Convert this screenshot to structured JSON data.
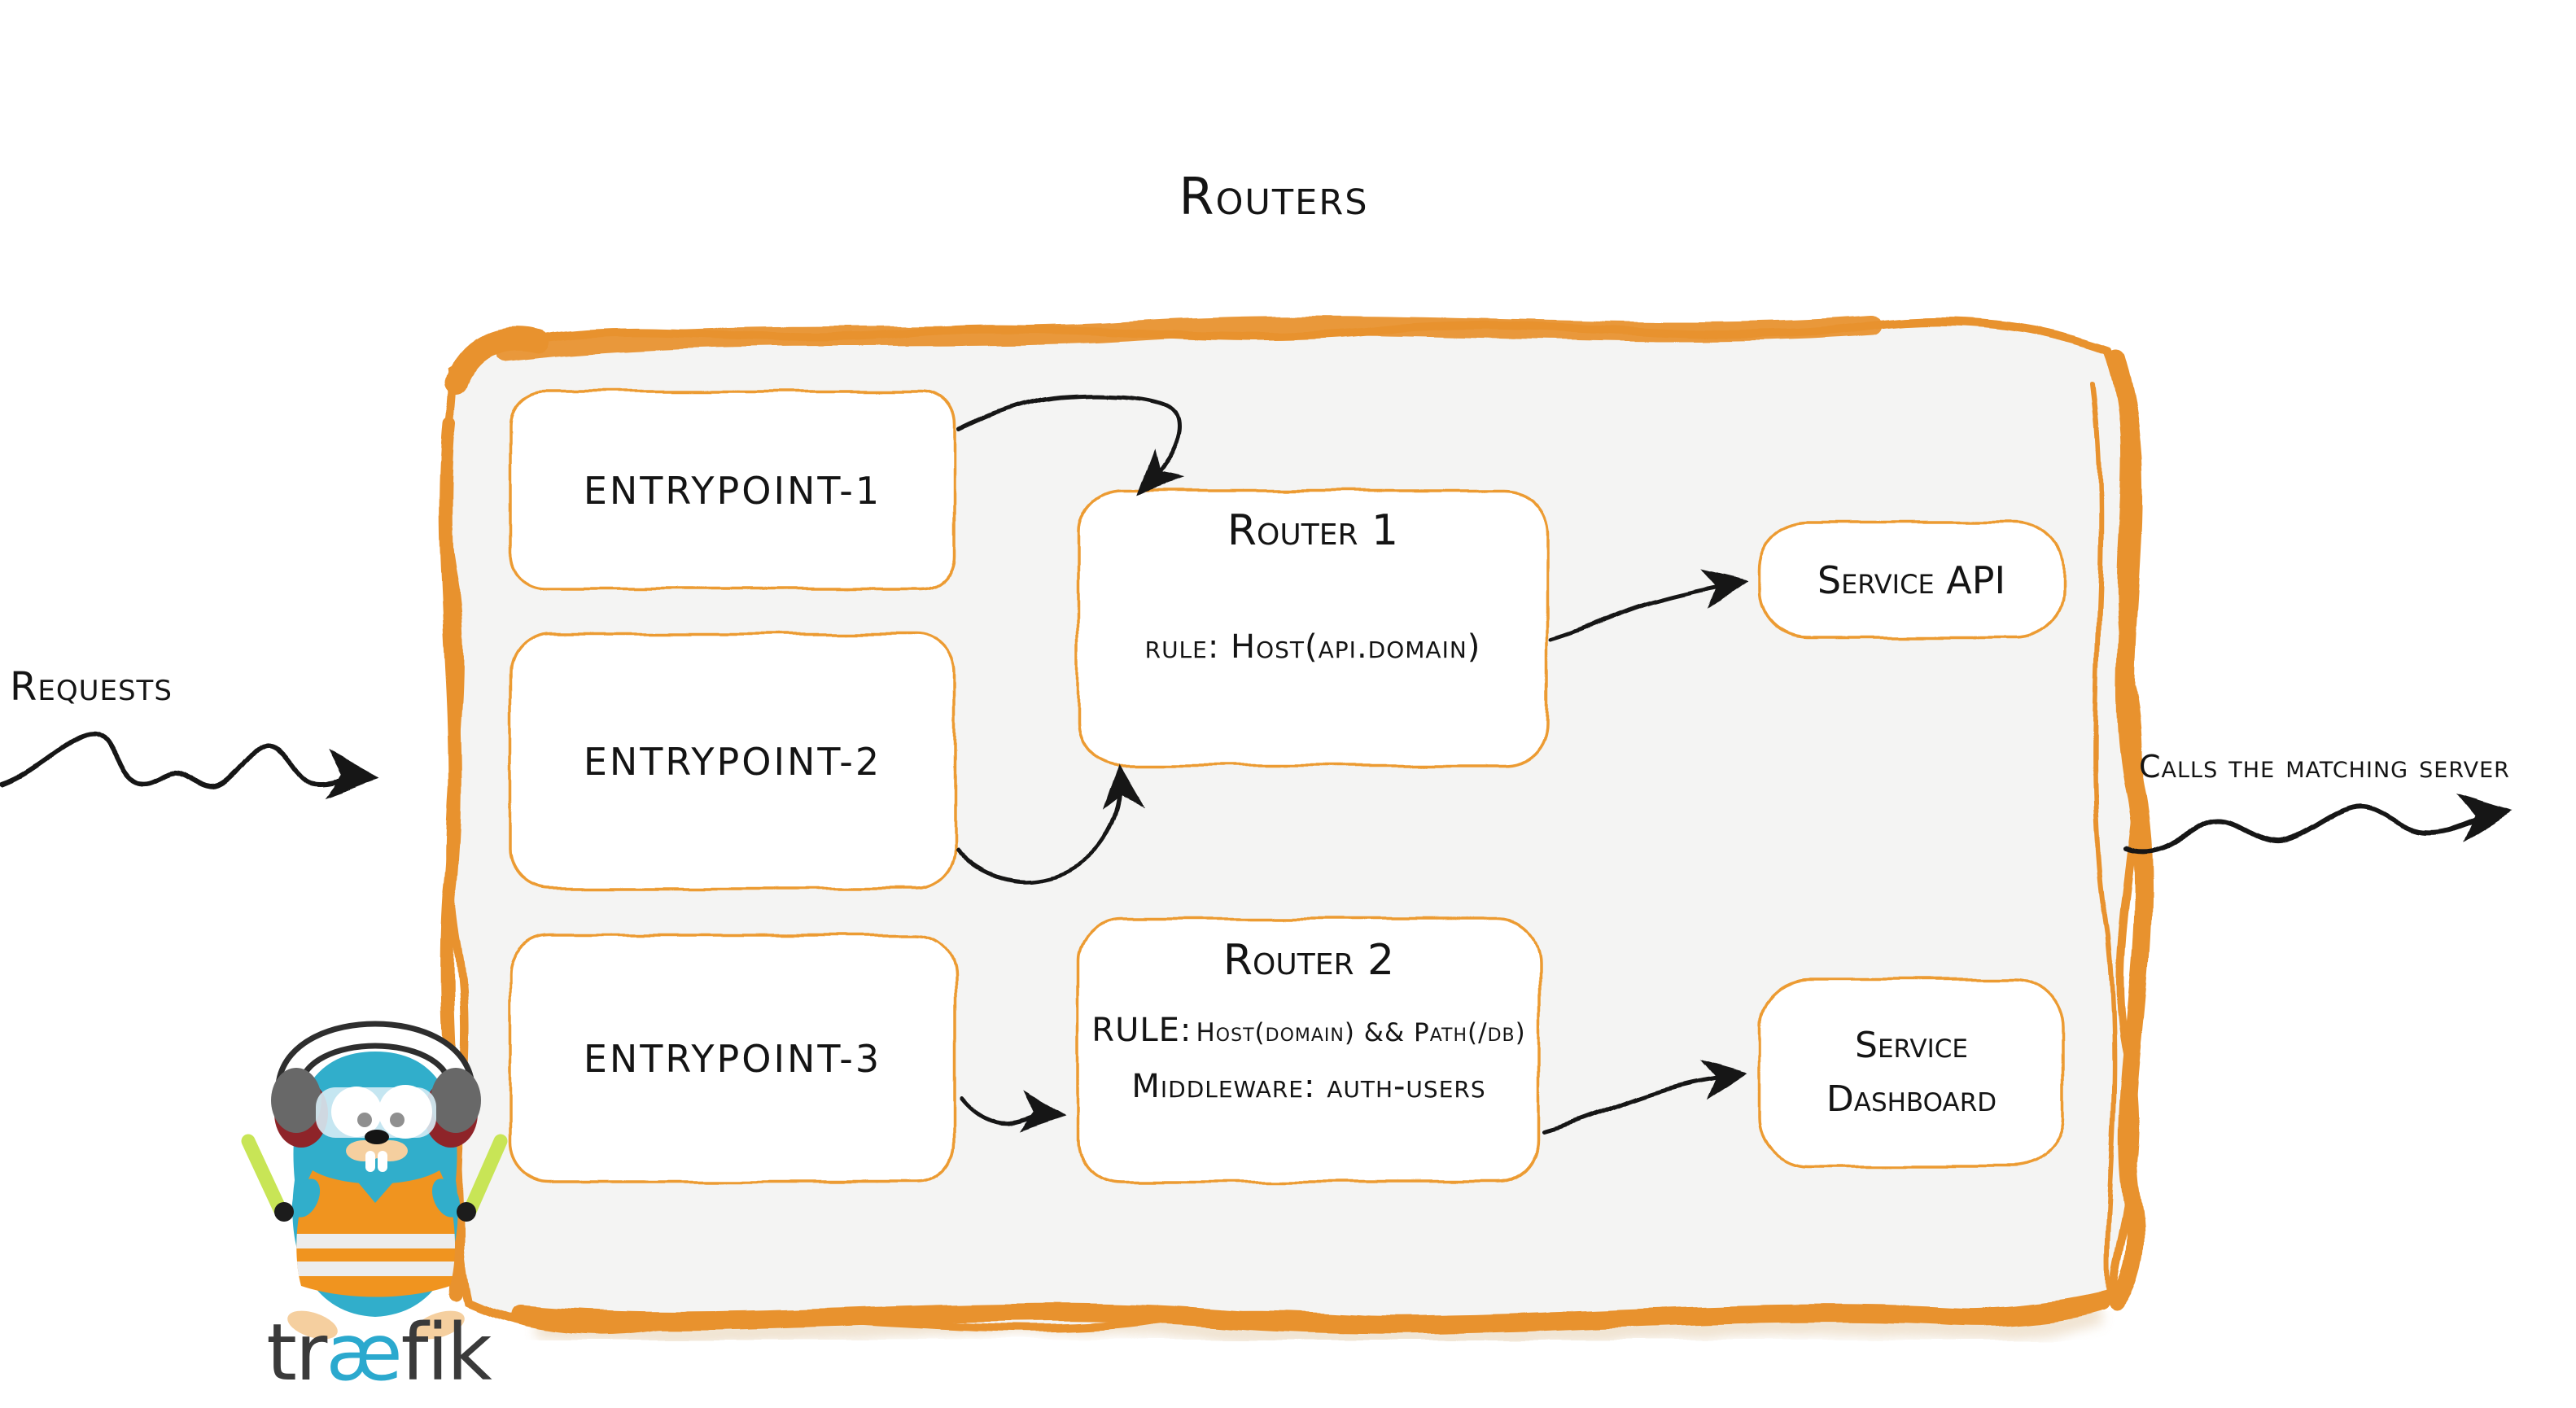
{
  "diagram": {
    "title": "Routers",
    "requests_label": "Requests",
    "calls_label": "Calls the matching server",
    "entrypoints": [
      {
        "label": "entrypoint-1"
      },
      {
        "label": "entrypoint-2"
      },
      {
        "label": "entrypoint-3"
      }
    ],
    "routers": [
      {
        "title": "Router 1",
        "rule": "rule: Host(api.domain)"
      },
      {
        "title": "Router 2",
        "rule_label": "RULE:",
        "rule_value": "Host(domain) && Path(/db)",
        "middleware": "Middleware: auth-users"
      }
    ],
    "services": [
      {
        "label": "Service API"
      },
      {
        "label": "Service Dashboard"
      }
    ],
    "logo": {
      "wordmark_pre": "tr",
      "wordmark_ae": "æ",
      "wordmark_post": "fik"
    },
    "colors": {
      "container_border_orange": "#E8922F",
      "box_border_orange": "#EC9B33",
      "container_fill": "#F4F4F3",
      "ink": "#141414",
      "mascot_teal": "#31AECB",
      "vest_orange": "#F0941F",
      "baton_green": "#C8E556",
      "wordmark_dark": "#3A3A3A",
      "wordmark_teal": "#2BA9CE"
    }
  }
}
